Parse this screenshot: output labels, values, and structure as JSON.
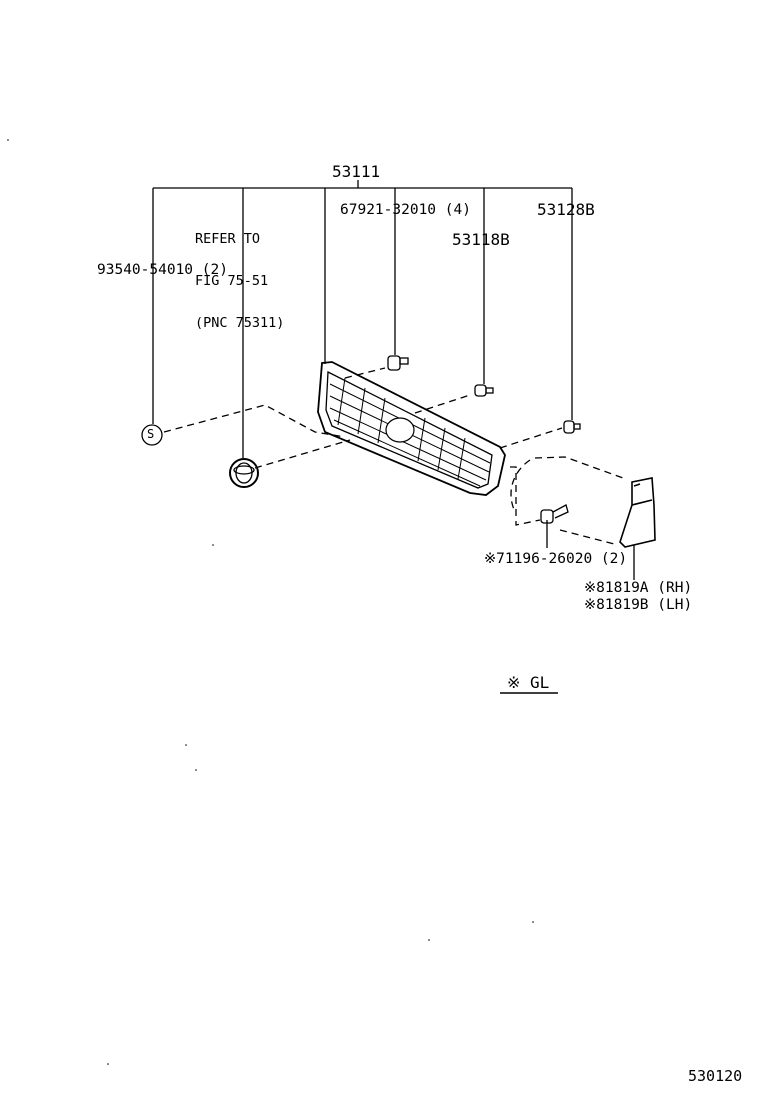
{
  "diagram": {
    "assembly_label": "53111",
    "refer_note": [
      "REFER TO",
      "FIG 75-51",
      "(PNC 75311)"
    ],
    "parts": [
      {
        "id": "screw",
        "label": "93540-54010 (2)"
      },
      {
        "id": "clip-top",
        "label": "67921-32010 (4)"
      },
      {
        "id": "retainer-a",
        "label": "53118B"
      },
      {
        "id": "retainer-b",
        "label": "53128B"
      },
      {
        "id": "clip-side",
        "label": "※71196-26020 (2)"
      },
      {
        "id": "mudguard-rh",
        "label": "※81819A (RH)"
      },
      {
        "id": "mudguard-lh",
        "label": "※81819B (LH)"
      }
    ],
    "symbol_s": "S",
    "legend": "※ GL",
    "figure_number": "530120"
  }
}
